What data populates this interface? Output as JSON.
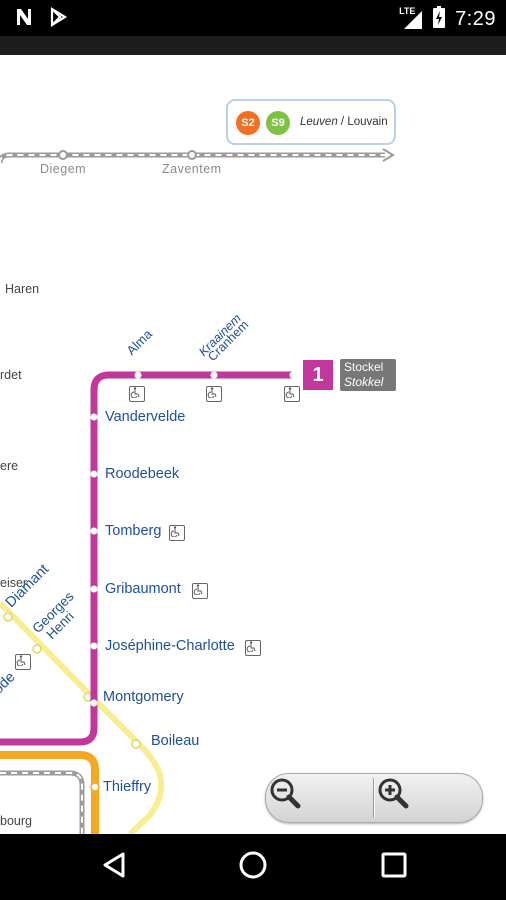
{
  "status_bar": {
    "time": "7:29",
    "network_label": "LTE",
    "icons": [
      "notification-n-icon",
      "play-store-icon",
      "signal-icon",
      "battery-charging-icon"
    ]
  },
  "map": {
    "rail_box": {
      "badges": [
        {
          "text": "S2",
          "color": "#f26f21"
        },
        {
          "text": "S9",
          "color": "#7dc242"
        }
      ],
      "destination_nl": "Leuven",
      "separator": " / ",
      "destination_fr": "Louvain"
    },
    "rail_stations": [
      "Diegem",
      "Zaventem"
    ],
    "left_fragments": [
      "Haren",
      "rdet",
      "ere",
      "eiser",
      "rode",
      "bourg"
    ],
    "line1": {
      "number": "1",
      "color": "#c2379b",
      "terminus_fr": "Stockel",
      "terminus_nl": "Stokkel",
      "stations_top": [
        "Alma",
        "Kraainem",
        "Cranhem"
      ],
      "stations_vertical": [
        "Vandervelde",
        "Roodebeek",
        "Tomberg",
        "Gribaumont",
        "Joséphine-Charlotte",
        "Montgomery"
      ]
    },
    "tram_stations": [
      "Diamant",
      "Georges",
      "Henri",
      "Boileau",
      "Thieffry"
    ],
    "colors": {
      "tram_yellow": "#f6ee91",
      "metro_orange": "#f7a823",
      "rail_grey": "#9b9b9b",
      "station_text": "#1f4f9a"
    }
  },
  "zoom": {
    "out_icon": "zoom-out-icon",
    "in_icon": "zoom-in-icon"
  },
  "nav_bar": {
    "icons": [
      "back-icon",
      "home-icon",
      "recents-icon"
    ]
  }
}
